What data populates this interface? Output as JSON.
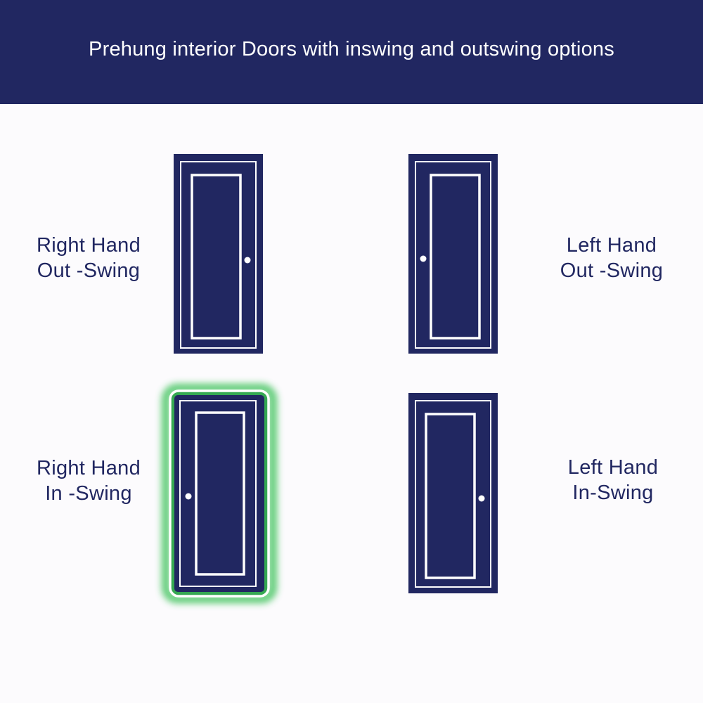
{
  "header": {
    "title": "Prehung interior Doors with inswing and outswing options"
  },
  "colors": {
    "navy": "#212761",
    "white": "#ffffff",
    "highlight_green": "#3ec25a",
    "background": "#fcfbfd"
  },
  "doors": [
    {
      "id": "right-hand-out-swing",
      "label_line1": "Right Hand",
      "label_line2": "Out -Swing",
      "knob_side": "right",
      "highlighted": false
    },
    {
      "id": "left-hand-out-swing",
      "label_line1": "Left Hand",
      "label_line2": "Out -Swing",
      "knob_side": "left",
      "highlighted": false
    },
    {
      "id": "right-hand-in-swing",
      "label_line1": "Right Hand",
      "label_line2": "In -Swing",
      "knob_side": "left",
      "highlighted": true
    },
    {
      "id": "left-hand-in-swing",
      "label_line1": "Left Hand",
      "label_line2": "In-Swing",
      "knob_side": "right",
      "highlighted": false
    }
  ]
}
